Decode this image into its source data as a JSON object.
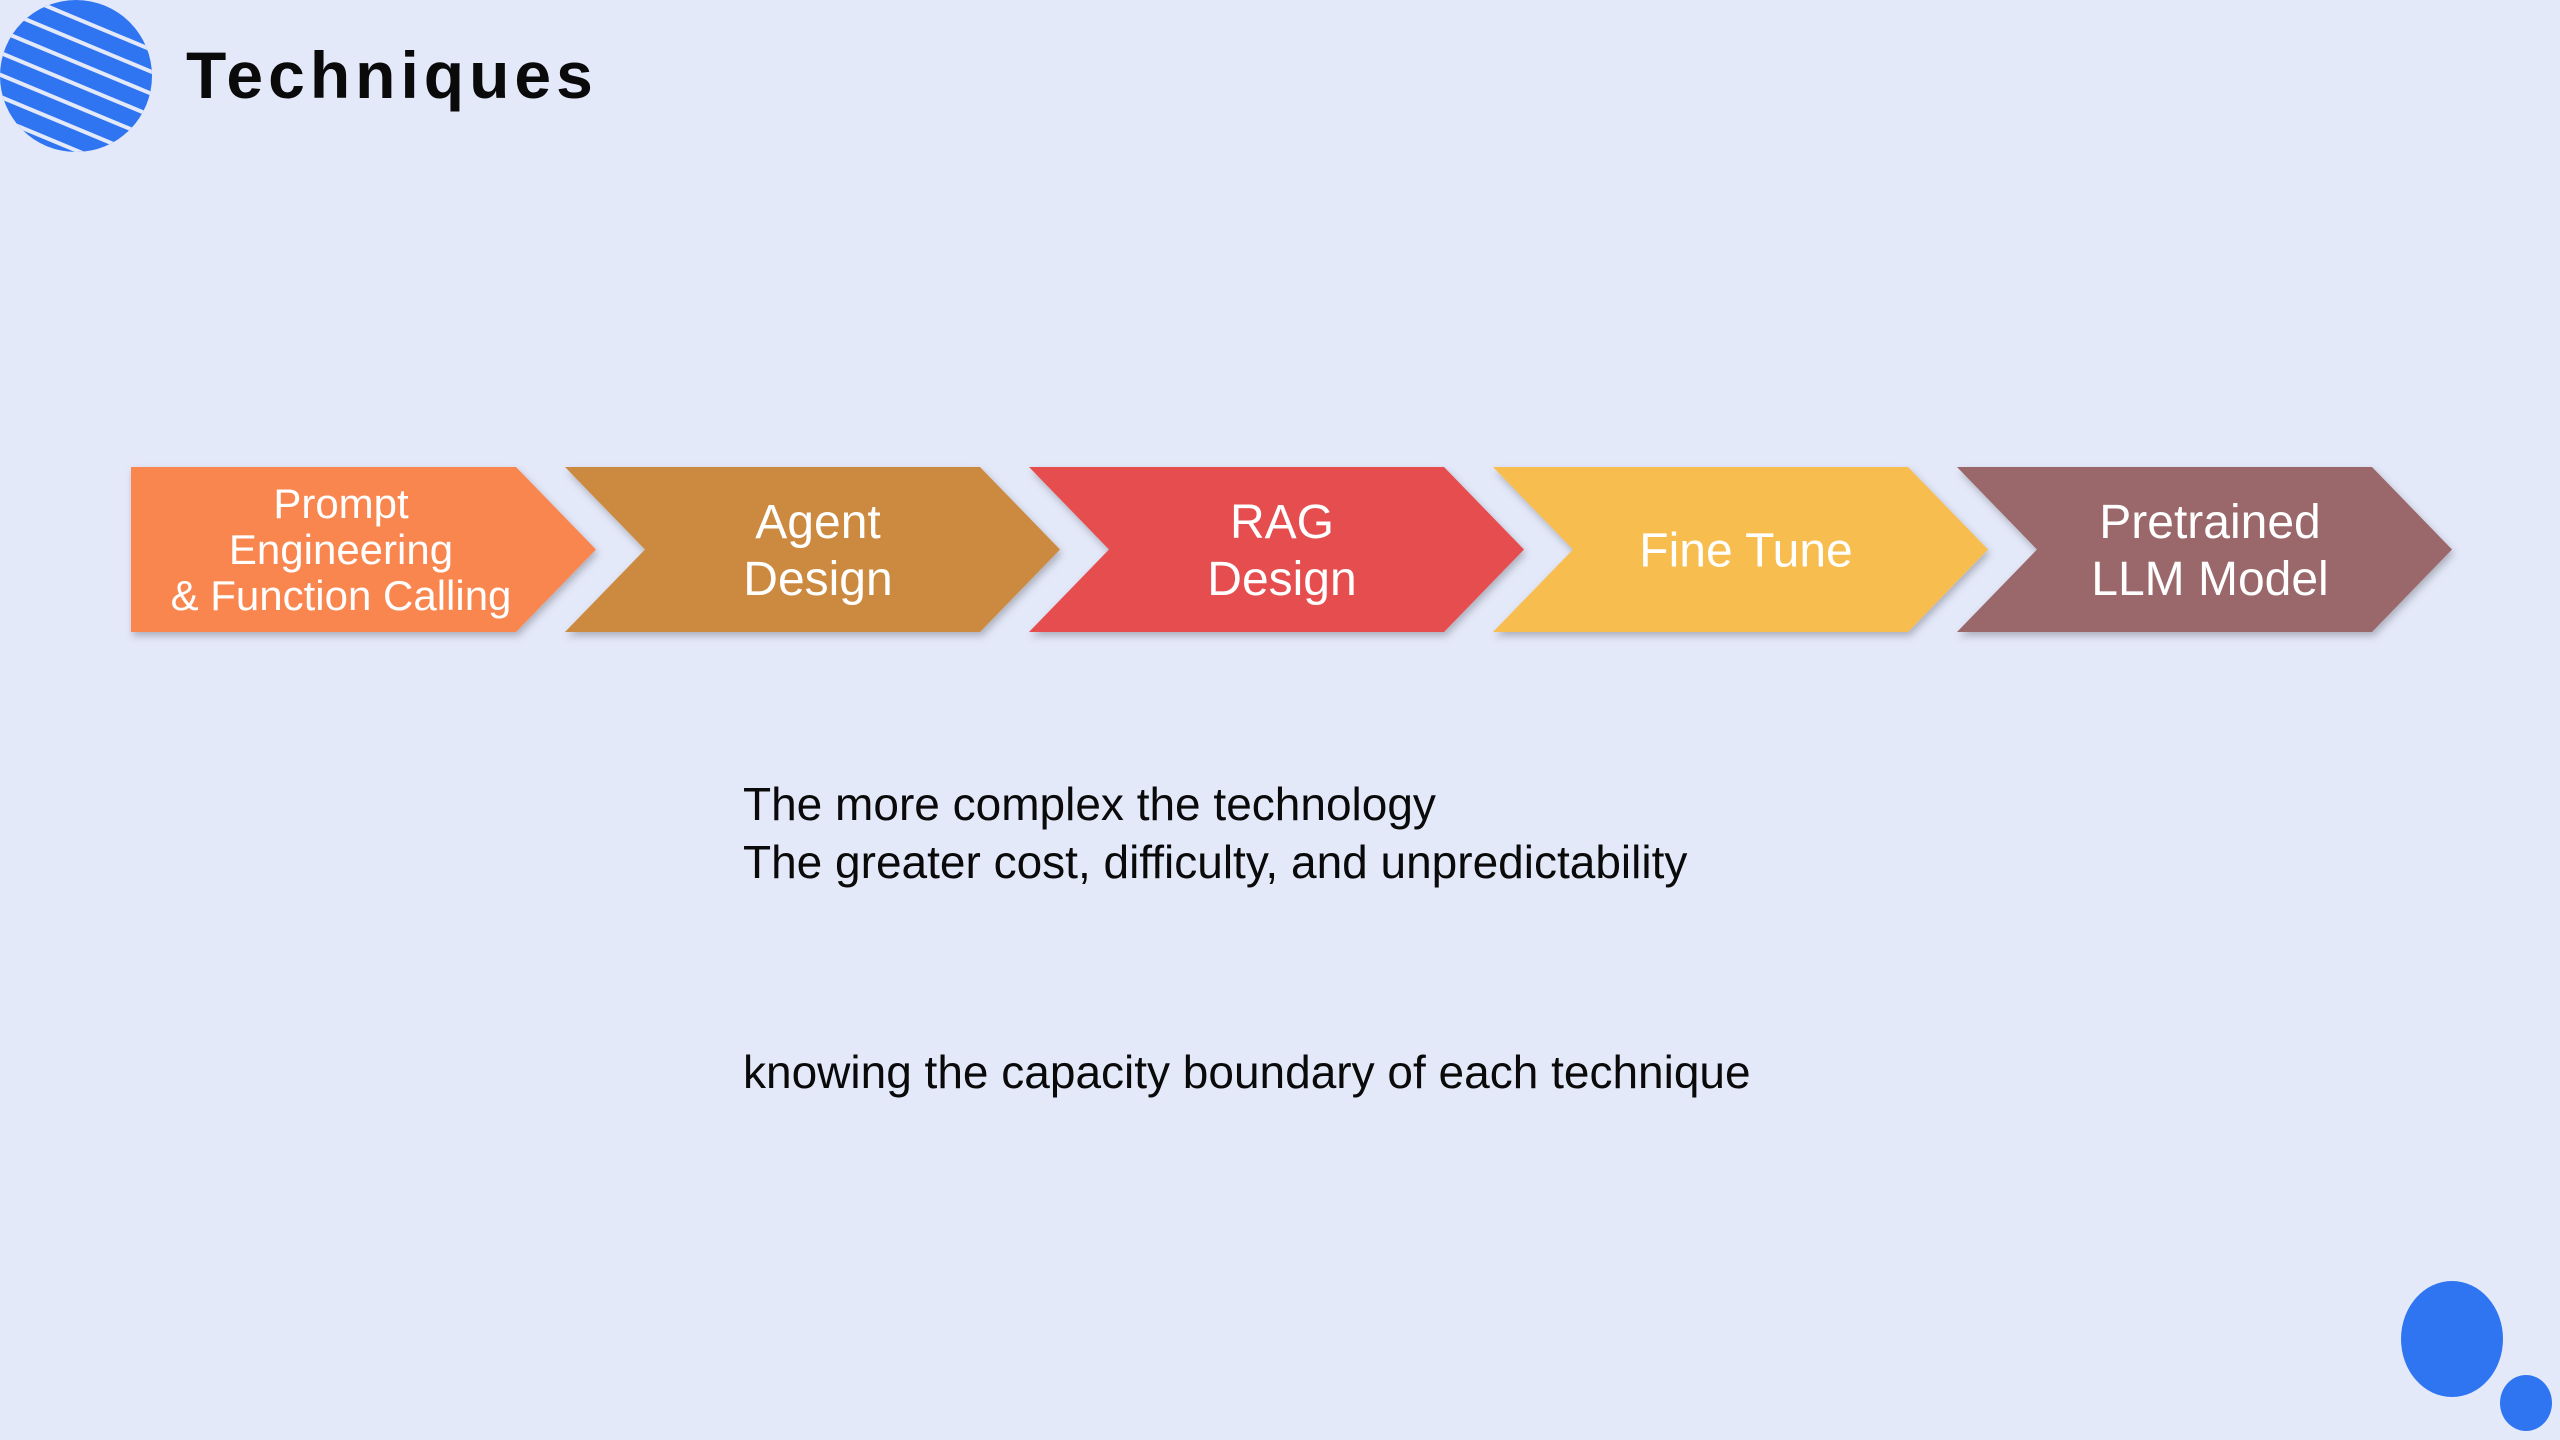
{
  "slide": {
    "title": "Techniques",
    "logo_icon": "striped-circle-icon",
    "accent_color": "#2F75F2"
  },
  "flow": {
    "steps": [
      {
        "lines": [
          "Prompt",
          "Engineering",
          "& Function Calling"
        ],
        "color": "#FA8650"
      },
      {
        "lines": [
          "Agent",
          "Design"
        ],
        "color": "#CB8A3F"
      },
      {
        "lines": [
          "RAG",
          "Design"
        ],
        "color": "#E64E50"
      },
      {
        "lines": [
          "Fine Tune"
        ],
        "color": "#F8BD50"
      },
      {
        "lines": [
          "Pretrained",
          "LLM Model"
        ],
        "color": "#9A686A"
      }
    ]
  },
  "body": {
    "line1": "The more complex the technology",
    "line2": "The greater cost, difficulty, and unpredictability",
    "line3": "knowing the capacity boundary of each technique"
  },
  "decorations": {
    "corner_dots": "corner-dots-decoration"
  }
}
